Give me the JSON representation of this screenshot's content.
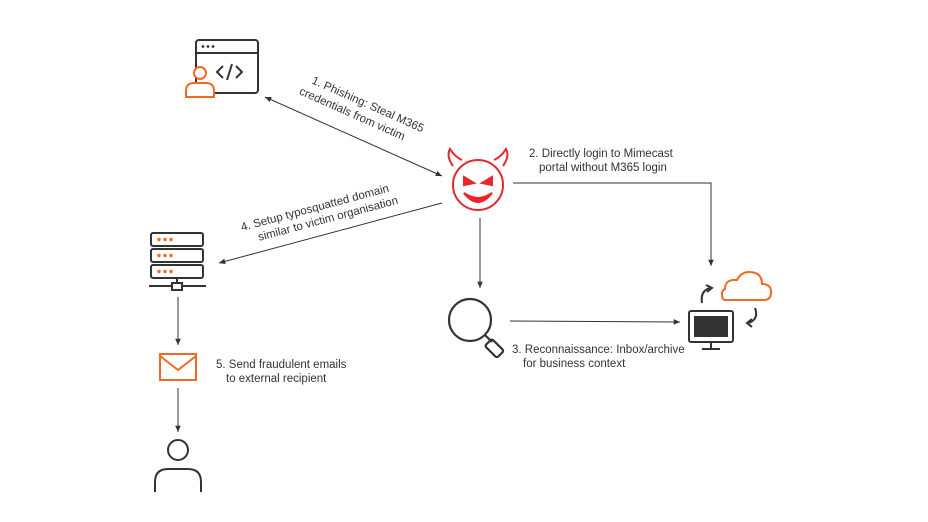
{
  "colors": {
    "orange": "#F26A21",
    "red": "#E8262B",
    "dark": "#333333",
    "background": "#FFFFFF"
  },
  "steps": [
    {
      "line1": "1. Phishing: Steal M365",
      "line2": "credentials from victim"
    },
    {
      "line1": "2. Directly login to Mimecast",
      "line2": "portal without M365 login"
    },
    {
      "line1": "3. Reconnaissance: Inbox/archive",
      "line2": "for business context"
    },
    {
      "line1": "4. Setup typosquatted domain",
      "line2": "similar to victim organisation"
    },
    {
      "line1": "5. Send fraudulent emails",
      "line2": "to external recipient"
    }
  ],
  "icons": {
    "developer": "developer-code-icon",
    "attacker": "devil-icon",
    "server": "server-icon",
    "search": "magnifier-icon",
    "cloud": "cloud-sync-icon",
    "monitor": "monitor-icon",
    "email": "envelope-icon",
    "recipient": "person-icon"
  }
}
